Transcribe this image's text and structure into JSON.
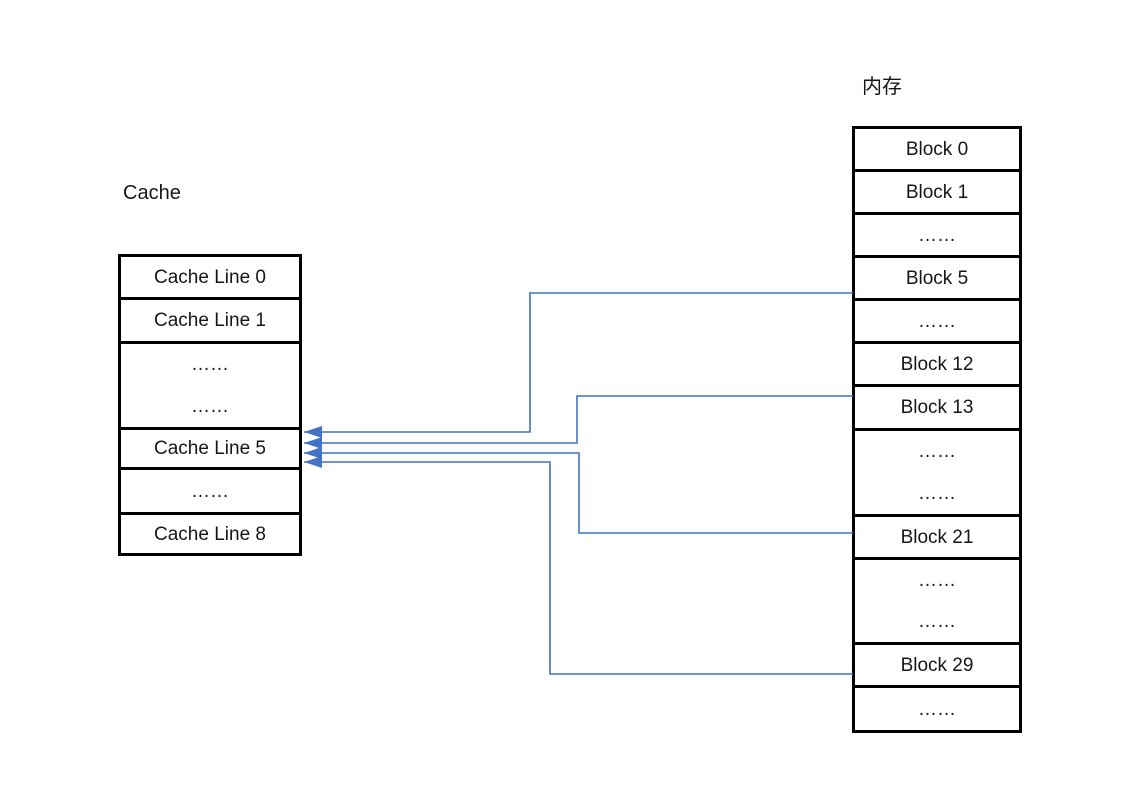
{
  "cache": {
    "title": "Cache",
    "rows": [
      {
        "label": "Cache Line 0"
      },
      {
        "label": "Cache Line 1"
      },
      {
        "label": "……",
        "label2": "……"
      },
      {
        "label": "Cache Line 5"
      },
      {
        "label": "……"
      },
      {
        "label": "Cache Line 8"
      }
    ]
  },
  "memory": {
    "title": "内存",
    "rows": [
      {
        "label": "Block 0"
      },
      {
        "label": "Block 1"
      },
      {
        "label": "……"
      },
      {
        "label": "Block 5"
      },
      {
        "label": "……"
      },
      {
        "label": "Block 12"
      },
      {
        "label": "Block 13"
      },
      {
        "label": "……",
        "label2": "……"
      },
      {
        "label": "Block 21"
      },
      {
        "label": "……",
        "label2": "……"
      },
      {
        "label": "Block 29"
      },
      {
        "label": "……"
      }
    ]
  },
  "connectors": [
    {
      "from": "Block 5",
      "to": "Cache Line 5"
    },
    {
      "from": "Block 13",
      "to": "Cache Line 5"
    },
    {
      "from": "Block 21",
      "to": "Cache Line 5"
    },
    {
      "from": "Block 29",
      "to": "Cache Line 5"
    }
  ],
  "colors": {
    "connector": "#4472C4",
    "border": "#000000",
    "text": "#161616",
    "background": "#FFFFFF"
  }
}
